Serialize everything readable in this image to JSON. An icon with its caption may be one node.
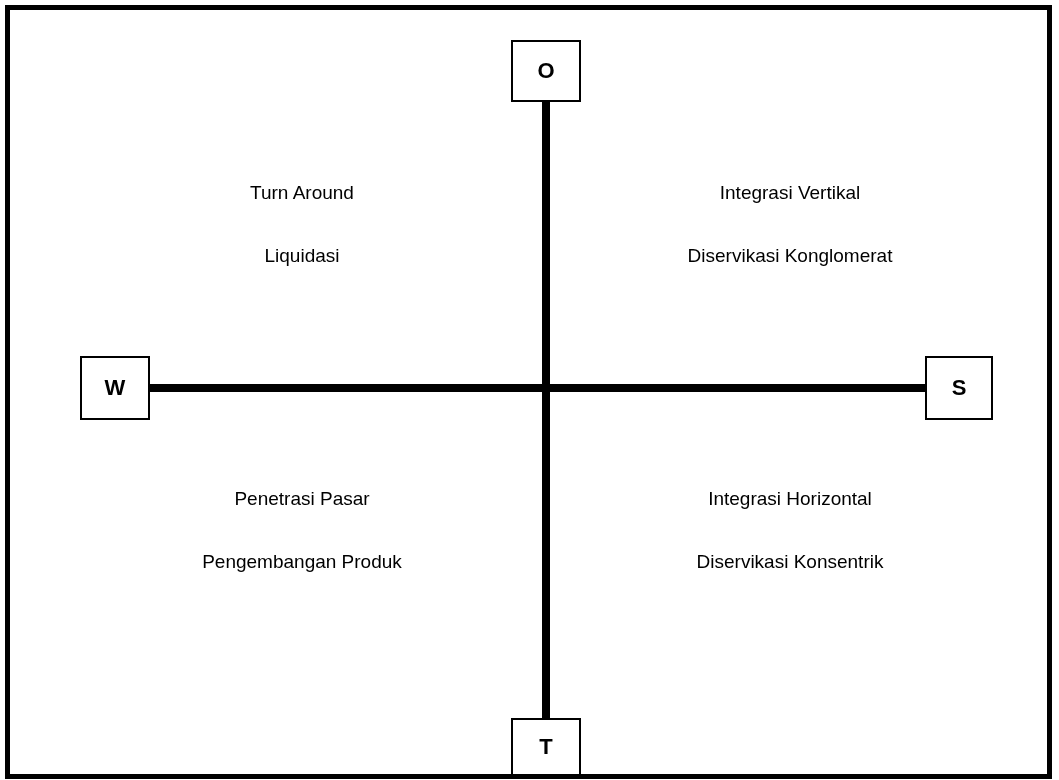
{
  "diagram": {
    "nodes": [
      {
        "text": [
          "O"
        ]
      },
      {
        "text": [
          "W"
        ]
      },
      {
        "text": [
          "S"
        ]
      },
      {
        "text": [
          "T"
        ]
      }
    ],
    "edges": [
      {
        "from": 0,
        "to": 3,
        "arrow": "none"
      },
      {
        "from": 1,
        "to": 2,
        "arrow": "none"
      }
    ],
    "labels": [
      "Turn Around",
      "Integrasi Vertikal",
      "Liquidasi",
      "Diservikasi Konglomerat",
      "Penetrasi Pasar",
      "Integrasi Horizontal",
      "Pengembangan Produk",
      "Diservikasi Konsentrik"
    ]
  }
}
